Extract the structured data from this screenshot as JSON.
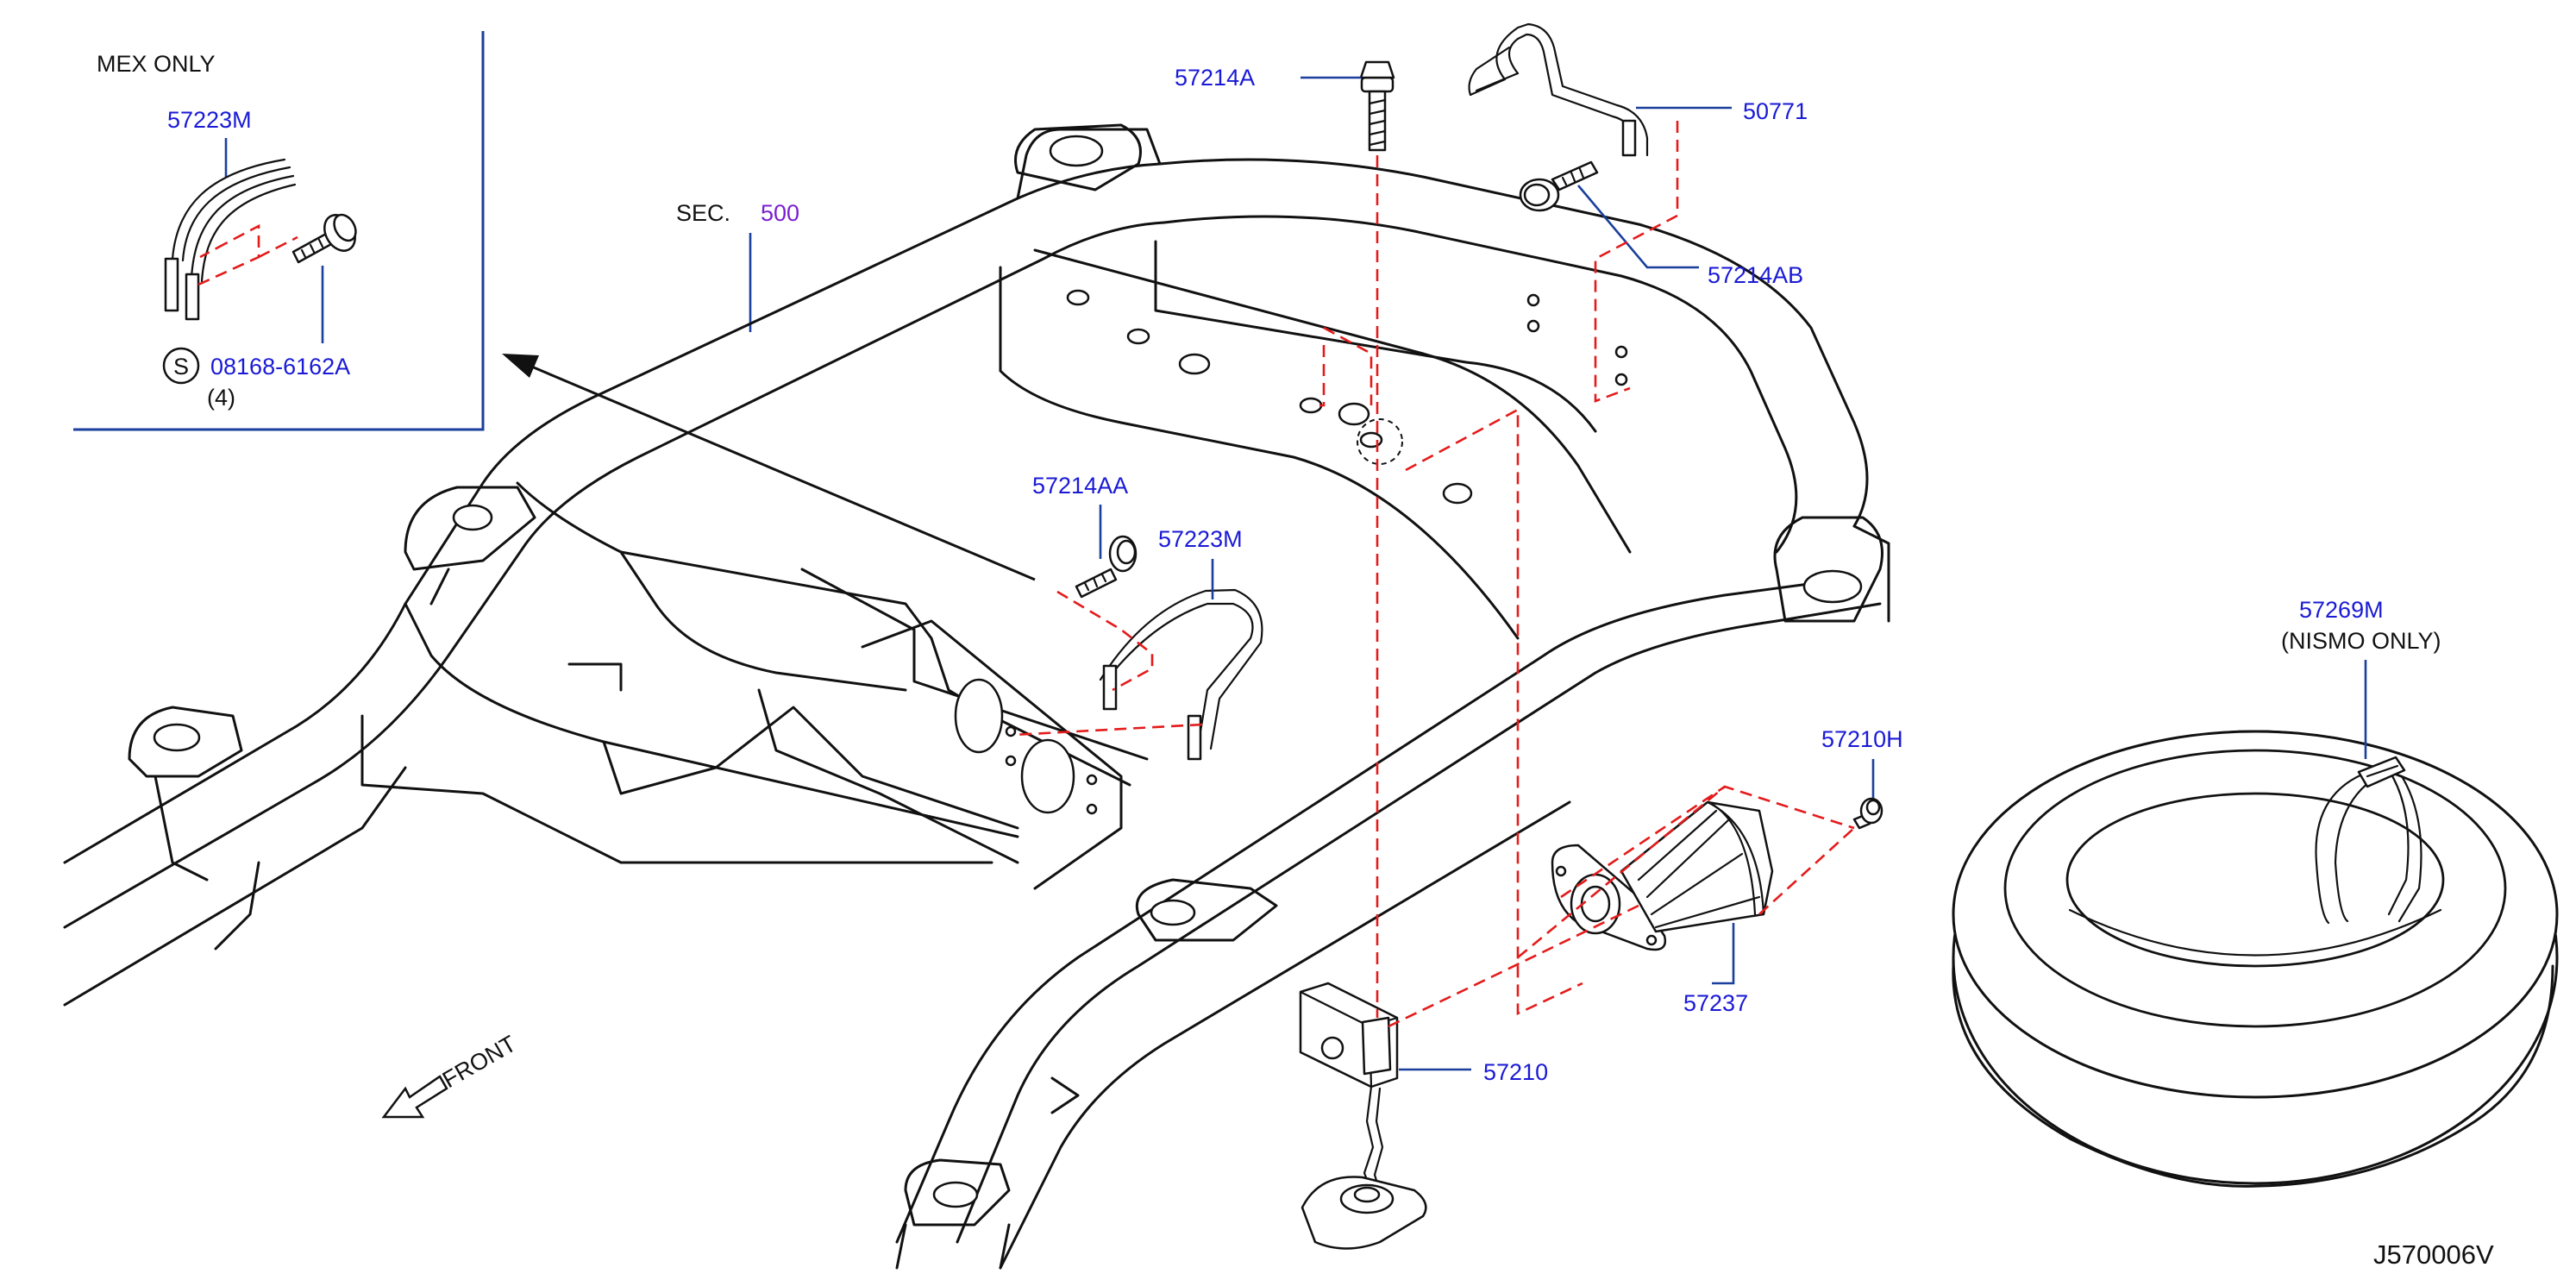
{
  "diagram_code": "J570006V",
  "inset": {
    "note": "MEX   ONLY",
    "part_label": "57223M",
    "bolt_symbol": "S",
    "bolt_label": "08168-6162A",
    "bolt_qty": "(4)"
  },
  "section_ref": {
    "prefix": "SEC.",
    "number": "500"
  },
  "front_label": "FRONT",
  "callouts": {
    "p57214A": "57214A",
    "p50771": "50771",
    "p57214AB": "57214AB",
    "p57214AA": "57214AA",
    "p57223M": "57223M",
    "p57210H": "57210H",
    "p57237": "57237",
    "p57210": "57210",
    "p57269M": "57269M",
    "nismo_note": "(NISMO    ONLY)"
  },
  "colors": {
    "part_number": "#1a1ad6",
    "section_number": "#7a1fd0",
    "dashed_lines": "#e41b1b",
    "leader_lines": "#1a3f9c",
    "outline": "#111111"
  }
}
